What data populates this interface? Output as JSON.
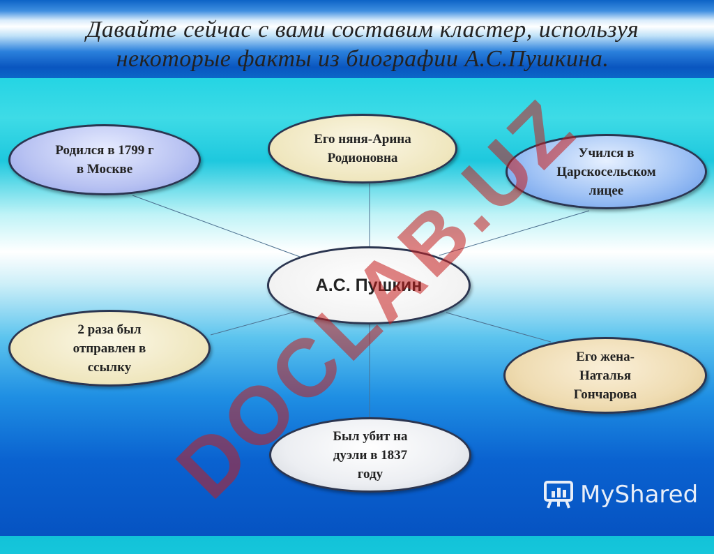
{
  "title": "Давайте сейчас с вами составим кластер, используя некоторые факты из биографии А.С.Пушкина.",
  "diagram": {
    "center": "А.С. Пушкин",
    "nodes": {
      "born": [
        "Родился в 1799 г",
        "в Москве"
      ],
      "nanny": [
        "Его няня-Арина",
        "Родионовна"
      ],
      "lyceum": [
        "Учился в",
        "Царскосельском",
        "лицее"
      ],
      "exile": [
        "2 раза был",
        "отправлен в",
        "ссылку"
      ],
      "wife": [
        "Его жена-",
        "Наталья",
        "Гончарова"
      ],
      "duel": [
        "Был убит на",
        "дуэли в 1837",
        "году"
      ]
    }
  },
  "watermark": "DOCLAB.UZ",
  "brand": {
    "name": "MyShared",
    "icon": "presentation-board-icon"
  }
}
